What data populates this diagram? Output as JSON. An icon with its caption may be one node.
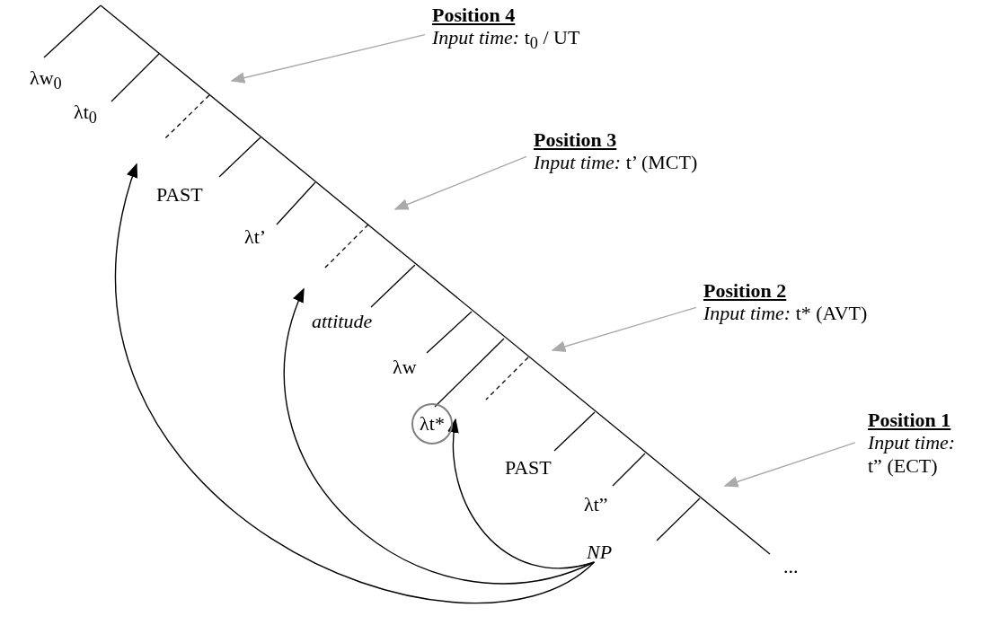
{
  "diagram": {
    "nodes": [
      {
        "text": [
          "Position 4",
          "*Input time:* t$_{0}$ / UT"
        ]
      },
      {
        "text": [
          "Position 3",
          "*Input time:* t’ (MCT)"
        ]
      },
      {
        "text": [
          "Position 2",
          "*Input time:* t* (AVT)"
        ]
      },
      {
        "text": [
          "Position 1",
          "*Input time:* t” (ECT)"
        ]
      },
      {
        "text": [
          "λt*"
        ]
      },
      {
        "text": [
          "NP"
        ]
      }
    ],
    "edges": [
      {
        "from": 0,
        "to": null,
        "arrow": "to"
      },
      {
        "from": 1,
        "to": null,
        "arrow": "to"
      },
      {
        "from": 2,
        "to": null,
        "arrow": "to"
      },
      {
        "from": 3,
        "to": null,
        "arrow": "to"
      },
      {
        "from": 5,
        "to": null,
        "arrow": "to",
        "color": "#000000"
      },
      {
        "from": 5,
        "to": null,
        "arrow": "to",
        "color": "#000000"
      },
      {
        "from": 5,
        "to": 4,
        "arrow": "to",
        "color": "#000000"
      }
    ],
    "labels": [
      "λw$_{0}$",
      "λt$_{0}$",
      "PAST",
      "λt’",
      "attitude",
      "λw",
      "PAST",
      "λt”",
      "..."
    ]
  }
}
